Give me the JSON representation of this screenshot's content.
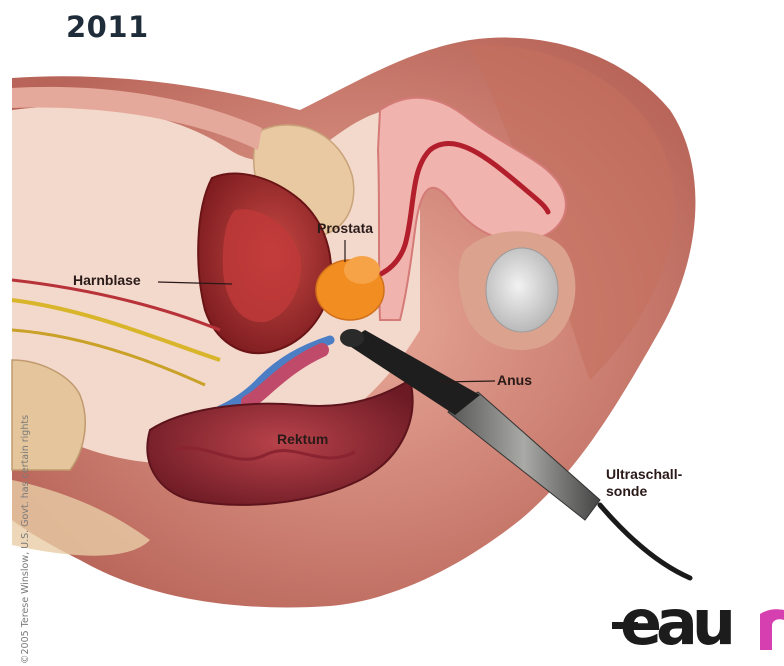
{
  "year": "2011",
  "labels": {
    "prostata": "Prostata",
    "harnblase": "Harnblase",
    "anus": "Anus",
    "rektum": "Rektum",
    "sonde": "Ultraschall-\nsonde"
  },
  "copyright": "©2005 Terese Winslow, U.S. Govt. has certain rights",
  "logo_text": "eau",
  "colors": {
    "skin": "#c97a68",
    "tissue_light": "#f0c8bc",
    "bladder": "#a42a2c",
    "prostate": "#f08c1e",
    "probe": "#222222",
    "logo": "#1c1c1c",
    "logo_accent": "#d63fb0"
  }
}
